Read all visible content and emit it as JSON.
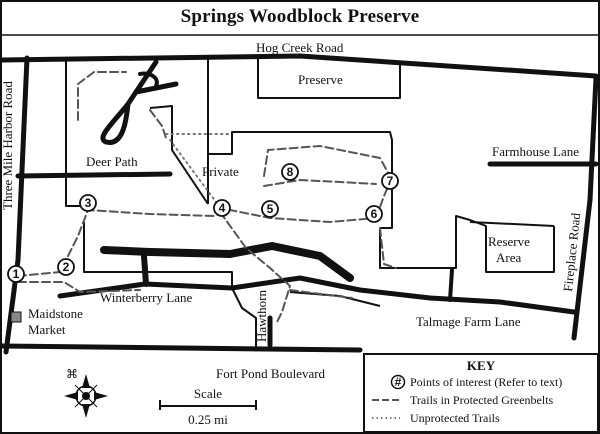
{
  "title": "Springs Woodblock Preserve",
  "roads": {
    "hog_creek": "Hog Creek Road",
    "three_mile_harbor": "Three Mile Harbor Road",
    "farmhouse": "Farmhouse Lane",
    "fireplace": "Fireplace Road",
    "winterberry": "Winterberry Lane",
    "talmage_farm": "Talmage Farm Lane",
    "hawthorn": "Hawthorn",
    "fort_pond": "Fort Pond Boulevard",
    "deer_path": "Deer Path"
  },
  "areas": {
    "preserve": "Preserve",
    "private": "Private",
    "reserve_area_line1": "Reserve",
    "reserve_area_line2": "Area",
    "maidstone_line1": "Maidstone",
    "maidstone_line2": "Market"
  },
  "points_of_interest": [
    "1",
    "2",
    "3",
    "4",
    "5",
    "6",
    "7",
    "8"
  ],
  "scale": {
    "label": "Scale",
    "value": "0.25 mi"
  },
  "compass_symbol": "⌘",
  "key": {
    "title": "KEY",
    "poi_symbol": "#",
    "poi_label": "Points of interest (Refer to text)",
    "protected_label": "Trails in Protected Greenbelts",
    "unprotected_label": "Unprotected Trails"
  }
}
